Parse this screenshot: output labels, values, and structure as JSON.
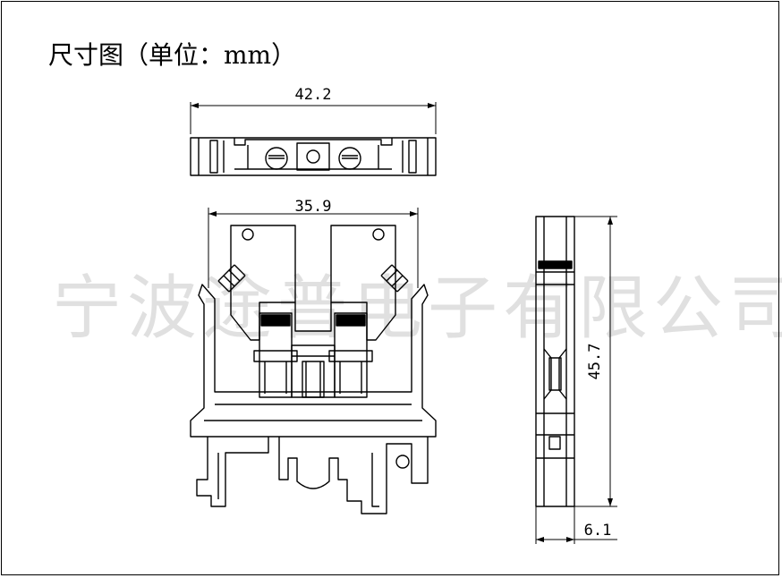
{
  "title": "尺寸图（单位：mm）",
  "watermark": "宁波途普电子有限公司",
  "dimensions": {
    "top_width": "42.2",
    "front_width": "35.9",
    "side_height": "45.7",
    "side_width": "6.1"
  }
}
